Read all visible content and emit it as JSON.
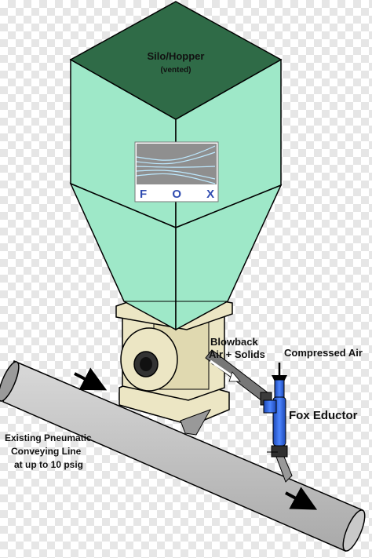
{
  "labels": {
    "silo_title": "Silo/Hopper",
    "silo_subtitle": "(vented)",
    "logo_text": "F O X",
    "blowback_line1": "Blowback",
    "blowback_line2": "Air + Solids",
    "compressed_air": "Compressed Air",
    "fox_eductor": "Fox Eductor",
    "conveying_line1": "Existing Pneumatic",
    "conveying_line2": "Conveying Line",
    "conveying_line3": "at up to 10 psig"
  },
  "colors": {
    "hopper_fill": "#9ee8c8",
    "hopper_top": "#2f6b47",
    "pipe_fill": "#bdbdbd",
    "valve_fill": "#ece6c4",
    "eductor_blue": "#2457c9",
    "logo_blue": "#2f4bb0"
  }
}
